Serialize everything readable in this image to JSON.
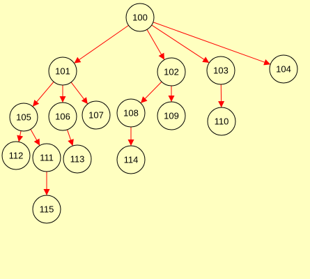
{
  "colors": {
    "background": "#ffffc0",
    "edge": "#ff0000",
    "node_outline": "#000000"
  },
  "tree": {
    "nodes": [
      {
        "id": "100",
        "label": "100"
      },
      {
        "id": "101",
        "label": "101"
      },
      {
        "id": "102",
        "label": "102"
      },
      {
        "id": "103",
        "label": "103"
      },
      {
        "id": "104",
        "label": "104"
      },
      {
        "id": "105",
        "label": "105"
      },
      {
        "id": "106",
        "label": "106"
      },
      {
        "id": "107",
        "label": "107"
      },
      {
        "id": "108",
        "label": "108"
      },
      {
        "id": "109",
        "label": "109"
      },
      {
        "id": "110",
        "label": "110"
      },
      {
        "id": "111",
        "label": "111"
      },
      {
        "id": "112",
        "label": "112"
      },
      {
        "id": "113",
        "label": "113"
      },
      {
        "id": "114",
        "label": "114"
      },
      {
        "id": "115",
        "label": "115"
      }
    ],
    "edges": [
      {
        "from": "100",
        "to": "101"
      },
      {
        "from": "100",
        "to": "102"
      },
      {
        "from": "100",
        "to": "103"
      },
      {
        "from": "100",
        "to": "104"
      },
      {
        "from": "101",
        "to": "105"
      },
      {
        "from": "101",
        "to": "106"
      },
      {
        "from": "101",
        "to": "107"
      },
      {
        "from": "102",
        "to": "108"
      },
      {
        "from": "102",
        "to": "109"
      },
      {
        "from": "103",
        "to": "110"
      },
      {
        "from": "105",
        "to": "112"
      },
      {
        "from": "105",
        "to": "111"
      },
      {
        "from": "106",
        "to": "113"
      },
      {
        "from": "108",
        "to": "114"
      },
      {
        "from": "111",
        "to": "115"
      }
    ]
  }
}
